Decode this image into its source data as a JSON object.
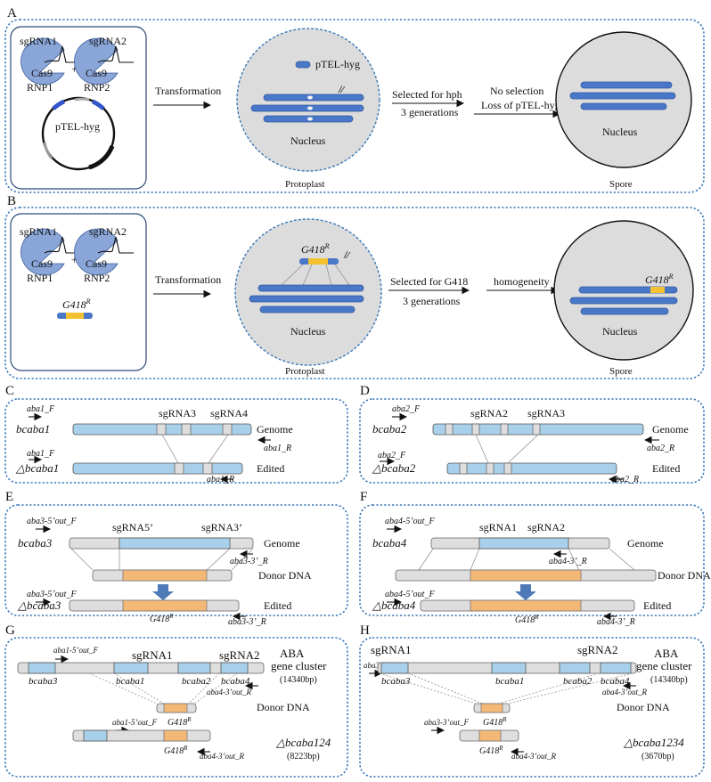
{
  "panel_letters": [
    "A",
    "B",
    "C",
    "D",
    "E",
    "F",
    "G",
    "H"
  ],
  "A": {
    "sgRNA1": "sgRNA1",
    "sgRNA2": "sgRNA2",
    "cas9": "Cas9",
    "rnp1": "RNP1",
    "rnp2": "RNP2",
    "plus": "+",
    "plasmid": "pTEL-hyg",
    "transformation": "Transformation",
    "ptel_label": "pTEL-hyg",
    "nucleus": "Nucleus",
    "protoplast": "Protoplast",
    "spore": "Spore",
    "sel1": "Selected for hph",
    "sel2": "3 generations",
    "nosel1": "No selection",
    "nosel2": "Loss of pTEL-hyg"
  },
  "B": {
    "sgRNA1": "sgRNA1",
    "sgRNA2": "sgRNA2",
    "cas9": "Cas9",
    "rnp1": "RNP1",
    "rnp2": "RNP2",
    "plus": "+",
    "g418": "G418",
    "sup": "R",
    "transformation": "Transformation",
    "nucleus": "Nucleus",
    "protoplast": "Protoplast",
    "spore": "Spore",
    "sel1": "Selected for G418",
    "sel2": "3 generations",
    "homog": "homogeneity"
  },
  "C": {
    "gene": "bcaba1",
    "edited_gene": "△bcaba1",
    "sg_a": "sgRNA3",
    "sg_b": "sgRNA4",
    "f1": "aba1_F",
    "r1": "aba1_R",
    "f2": "aba1_F",
    "r2": "aba1_R",
    "genome": "Genome",
    "edited": "Edited"
  },
  "D": {
    "gene": "bcaba2",
    "edited_gene": "△bcaba2",
    "sg_a": "sgRNA2",
    "sg_b": "sgRNA3",
    "f1": "aba2_F",
    "r1": "aba2_R",
    "f2": "aba2_F",
    "r2": "aba2_R",
    "genome": "Genome",
    "edited": "Edited"
  },
  "E": {
    "gene": "bcaba3",
    "edited_gene": "△bcaba3",
    "sg_a": "sgRNA5’",
    "sg_b": "sgRNA3’",
    "f1": "aba3-5’out_F",
    "r1": "aba3-3’_R",
    "f2": "aba3-5’out_F",
    "r2": "aba3-3’_R",
    "genome": "Genome",
    "donor": "Donor DNA",
    "edited": "Edited",
    "g418": "G418"
  },
  "F": {
    "gene": "bcaba4",
    "edited_gene": "△bcaba4",
    "sg_a": "sgRNA1",
    "sg_b": "sgRNA2",
    "f1": "aba4-5’out_F",
    "r1": "aba4-3’_R",
    "f2": "aba4-5’out_F",
    "r2": "aba4-3’_R",
    "genome": "Genome",
    "donor": "Donor DNA",
    "edited": "Edited",
    "g418": "G418"
  },
  "G": {
    "sg_a": "sgRNA1",
    "sg_b": "sgRNA2",
    "f1": "aba1-5’out_F",
    "r1": "aba4-3’out_R",
    "f2": "aba1-5’out_F",
    "r2": "aba4-3’out_R",
    "genes": [
      "bcaba3",
      "bcaba1",
      "bcaba2",
      "bcaba4"
    ],
    "cluster1": "ABA",
    "cluster2": "gene cluster",
    "cluster_bp": "(14340bp)",
    "donor": "Donor DNA",
    "g418": "G418",
    "result": "△bcaba124",
    "result_bp": "(8223bp)"
  },
  "H": {
    "sg_a": "sgRNA1",
    "sg_b": "sgRNA2",
    "f1": "aba3-3’out_F",
    "r1": "aba4-3’out_R",
    "f2": "aba3-3’out_F",
    "r2": "aba4-3’out_R",
    "genes": [
      "bcaba3",
      "bcaba1",
      "bcaba2",
      "bcaba4"
    ],
    "cluster1": "ABA",
    "cluster2": "gene cluster",
    "cluster_bp": "(14340bp)",
    "donor": "Donor DNA",
    "g418": "G418",
    "result": "△bcaba1234",
    "result_bp": "(3670bp)"
  }
}
